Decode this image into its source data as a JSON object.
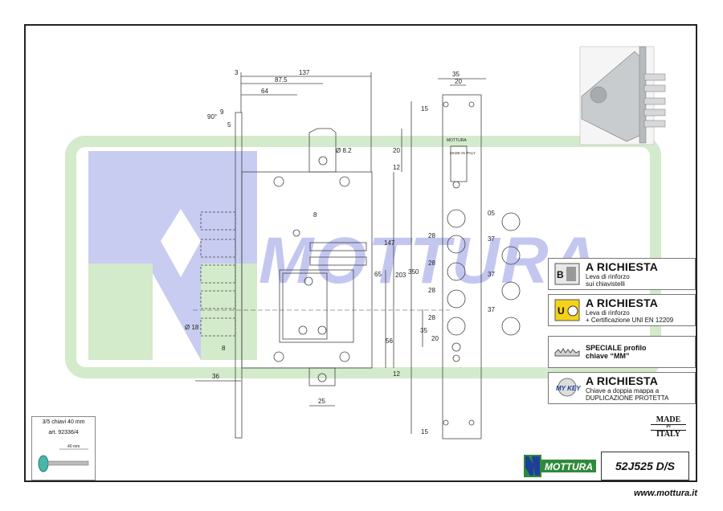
{
  "watermark": {
    "brand": "MOTTURA"
  },
  "dimensions": {
    "top": [
      "3",
      "137",
      "87.5",
      "64"
    ],
    "left_angles": [
      "90°",
      "9",
      "5"
    ],
    "lock_face": [
      "35",
      "20",
      "15",
      "15"
    ],
    "verticals": [
      "20",
      "12",
      "147",
      "203",
      "350",
      "65",
      "56",
      "12",
      "35",
      "20"
    ],
    "bolt_spacing": [
      "28",
      "28",
      "28",
      "28"
    ],
    "holes": [
      "Ø 8.2",
      "8",
      "Ø 18",
      "8"
    ],
    "right_col": [
      "05",
      "37",
      "37",
      "37"
    ],
    "bottom": [
      "36",
      "25"
    ]
  },
  "faceplate_marks": {
    "brand": "MOTTURA",
    "made": "MADE IN ITALY"
  },
  "key_info": {
    "line1": "3/5 chiavi 40 mm",
    "line2": "art. 92336/4",
    "dim": "40 mm"
  },
  "options": [
    {
      "title": "A RICHIESTA",
      "sub1": "Leva di rinforzo",
      "sub2": "sui chiavistelli",
      "icon": "B"
    },
    {
      "title": "A RICHIESTA",
      "sub1": "Leva di rinforzo",
      "sub2": "+ Certificazione UNI EN 12209",
      "icon": "U"
    },
    {
      "title": "",
      "sub1": "SPECIALE profilo",
      "sub2": "chiave “MM”",
      "icon": ""
    },
    {
      "title": "A RICHIESTA",
      "sub1": "Chiave a doppia mappa a",
      "sub2": "DUPLICAZIONE PROTETTA",
      "icon": "MY KEY"
    }
  ],
  "made_in_italy": {
    "l1": "MADE",
    "l2": "IN",
    "l3": "ITALY"
  },
  "brand": {
    "name": "MOTTURA"
  },
  "model": "52J525 D/S",
  "website": "www.mottura.it",
  "colors": {
    "watermark_green": "#cfe8c6",
    "watermark_blue": "#c3c7f0",
    "line": "#444444",
    "brand_green": "#2f8a3c",
    "brand_blue": "#1d3f9a"
  }
}
